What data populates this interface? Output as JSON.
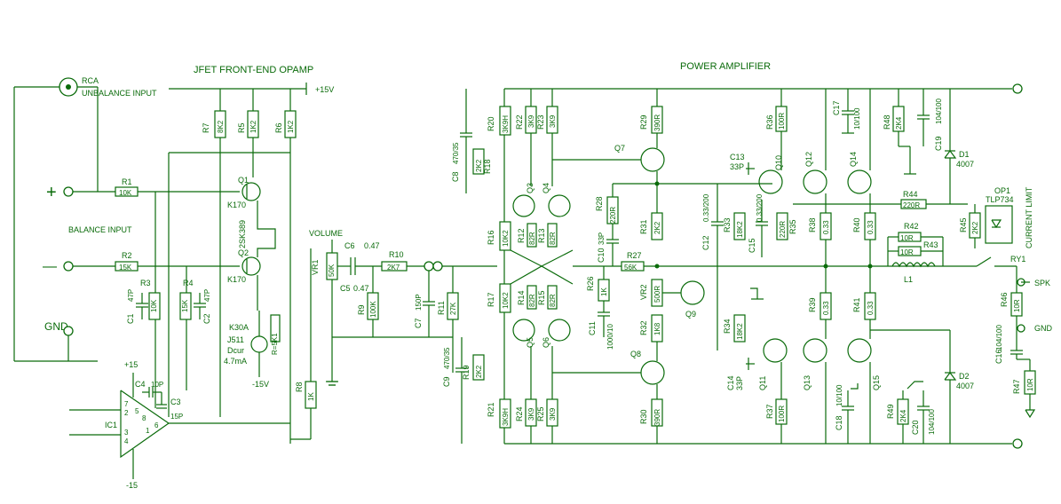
{
  "titles": {
    "frontend": "JFET FRONT-END OPAMP",
    "power": "POWER AMPLIFIER"
  },
  "labels": {
    "rca": "RCA",
    "unbalance_input": "UNBALANCE INPUT",
    "balance_input": "BALANCE INPUT",
    "gnd_left": "GND",
    "plus_sign": "+",
    "minus_sign": "—",
    "plus15v": "+15V",
    "minus15v": "-15V",
    "plus15": "+15",
    "minus15": "-15",
    "volume": "VOLUME",
    "k30a": "K30A",
    "j511": "J511",
    "dcur": "Dcur",
    "current_ma": "4.7mA",
    "r5k1": "R=5K1",
    "ic1": "IC1",
    "pin7": "7",
    "pin2": "2",
    "pin3": "3",
    "pin4": "4",
    "pin5": "5",
    "pin8": "8",
    "pin1": "1",
    "pin6": "6",
    "spk": "SPK",
    "gnd_right": "GND",
    "ry1": "RY1",
    "op1": "OP1",
    "tlp": "TLP734",
    "current_limit": "CURRENT LIMIT",
    "l1": "L1",
    "plus_15": "+15",
    "minus_15": "-15"
  },
  "components": {
    "r1": {
      "ref": "R1",
      "value": "10K"
    },
    "r2": {
      "ref": "R2",
      "value": "15K"
    },
    "r3": {
      "ref": "R3",
      "value": "10K"
    },
    "r4": {
      "ref": "R4",
      "value": "15K"
    },
    "r5": {
      "ref": "R5",
      "value": "1K2"
    },
    "r6": {
      "ref": "R6",
      "value": "1K2"
    },
    "r7": {
      "ref": "R7",
      "value": "8K2"
    },
    "r8": {
      "ref": "R8",
      "value": "1K"
    },
    "r9": {
      "ref": "R9",
      "value": "100K"
    },
    "r10": {
      "ref": "R10",
      "value": "2K7"
    },
    "r11": {
      "ref": "R11",
      "value": "27K"
    },
    "r12": {
      "ref": "R12",
      "value": "82R"
    },
    "r13": {
      "ref": "R13",
      "value": "82R"
    },
    "r14": {
      "ref": "R14",
      "value": "82R"
    },
    "r15": {
      "ref": "R15",
      "value": "82R"
    },
    "r16": {
      "ref": "R16",
      "value": "10K2"
    },
    "r17": {
      "ref": "R17",
      "value": "10K2"
    },
    "r18": {
      "ref": "R18",
      "value": "2K2"
    },
    "r19": {
      "ref": "R19",
      "value": "2K2"
    },
    "r20": {
      "ref": "R20",
      "value": "3K9H"
    },
    "r21": {
      "ref": "R21",
      "value": "3K9H"
    },
    "r22": {
      "ref": "R22",
      "value": "3K9"
    },
    "r23": {
      "ref": "R23",
      "value": "3K9"
    },
    "r24": {
      "ref": "R24",
      "value": "3K9"
    },
    "r25": {
      "ref": "R25",
      "value": "3K9"
    },
    "r26": {
      "ref": "R26",
      "value": "1K"
    },
    "r27": {
      "ref": "R27",
      "value": "56K"
    },
    "r28": {
      "ref": "R28",
      "value": "220R"
    },
    "r29": {
      "ref": "R29",
      "value": "390R"
    },
    "r30": {
      "ref": "R30",
      "value": "390R"
    },
    "r31": {
      "ref": "R31",
      "value": "2K2"
    },
    "r32": {
      "ref": "R32",
      "value": "1K8"
    },
    "r33": {
      "ref": "R33",
      "value": "18K2"
    },
    "r34": {
      "ref": "R34",
      "value": "18K2"
    },
    "r35": {
      "ref": "R35",
      "value": "220R"
    },
    "r36": {
      "ref": "R36",
      "value": "100R"
    },
    "r37": {
      "ref": "R37",
      "value": "100R"
    },
    "r38": {
      "ref": "R38",
      "value": "0.33"
    },
    "r39": {
      "ref": "R39",
      "value": "0.33"
    },
    "r40": {
      "ref": "R40",
      "value": "0.33"
    },
    "r41": {
      "ref": "R41",
      "value": "0.33"
    },
    "r42": {
      "ref": "R42",
      "value": "10R"
    },
    "r43": {
      "ref": "R43",
      "value": "10R"
    },
    "r44": {
      "ref": "R44",
      "value": "220R"
    },
    "r45": {
      "ref": "R45",
      "value": "2K2"
    },
    "r46": {
      "ref": "R46",
      "value": "10R"
    },
    "r47": {
      "ref": "R47",
      "value": "10R"
    },
    "r48": {
      "ref": "R48",
      "value": "2K4"
    },
    "r49": {
      "ref": "R49",
      "value": "2K4"
    },
    "vr1": {
      "ref": "VR1",
      "value": "50K"
    },
    "vr2": {
      "ref": "VR2",
      "value": "500R"
    },
    "c1": {
      "ref": "C1",
      "value": "47P"
    },
    "c2": {
      "ref": "C2",
      "value": "47P"
    },
    "c3": {
      "ref": "C3",
      "value": "15P"
    },
    "c4": {
      "ref": "C4",
      "value": "10P"
    },
    "c5": {
      "ref": "C5",
      "value": "0.47"
    },
    "c6": {
      "ref": "C6",
      "value": "0.47"
    },
    "c7": {
      "ref": "C7",
      "value": "150P"
    },
    "c8": {
      "ref": "C8",
      "value": "470/35"
    },
    "c9": {
      "ref": "C9",
      "value": "470/35"
    },
    "c10": {
      "ref": "C10",
      "value": "33P"
    },
    "c11": {
      "ref": "C11",
      "value": "1000/10"
    },
    "c12": {
      "ref": "C12",
      "value": "0.33/200"
    },
    "c13": {
      "ref": "C13",
      "value": "33P"
    },
    "c14": {
      "ref": "C14",
      "value": "33P"
    },
    "c15": {
      "ref": "C15",
      "value": "0.33/200"
    },
    "c16": {
      "ref": "C16",
      "value": "104/100"
    },
    "c17": {
      "ref": "C17",
      "value": "10/100"
    },
    "c18": {
      "ref": "C18",
      "value": "10/100"
    },
    "c19": {
      "ref": "C19",
      "value": "104/100"
    },
    "c20": {
      "ref": "C20",
      "value": "104/100"
    },
    "q1": {
      "ref": "Q1",
      "value": "K170"
    },
    "q2": {
      "ref": "Q2",
      "value": "K170"
    },
    "q_pair": {
      "ref": "",
      "value": "2SK389"
    },
    "q3": {
      "ref": "Q3"
    },
    "q4": {
      "ref": "Q4"
    },
    "q5": {
      "ref": "Q5"
    },
    "q6": {
      "ref": "Q6"
    },
    "q7": {
      "ref": "Q7"
    },
    "q8": {
      "ref": "Q8"
    },
    "q9": {
      "ref": "Q9"
    },
    "q10": {
      "ref": "Q10"
    },
    "q11": {
      "ref": "Q11"
    },
    "q12": {
      "ref": "Q12"
    },
    "q13": {
      "ref": "Q13"
    },
    "q14": {
      "ref": "Q14"
    },
    "q15": {
      "ref": "Q15"
    },
    "d1": {
      "ref": "D1",
      "value": "4007"
    },
    "d2": {
      "ref": "D2",
      "value": "4007"
    }
  },
  "colors": {
    "ink": "#0a6b0a",
    "background": "#ffffff"
  }
}
